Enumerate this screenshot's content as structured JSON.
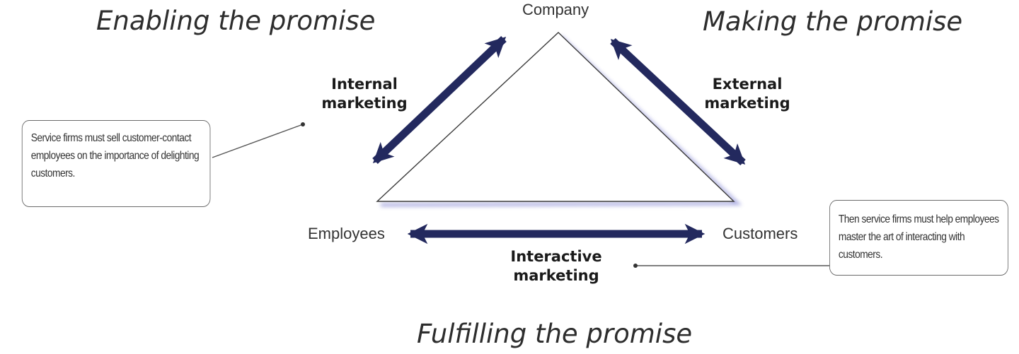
{
  "headings": {
    "top_left": "Enabling the promise",
    "top_right": "Making the promise",
    "bottom": "Fulfilling the promise"
  },
  "nodes": {
    "top": "Company",
    "left": "Employees",
    "right": "Customers"
  },
  "arrows": {
    "internal": [
      "Internal",
      "marketing"
    ],
    "external": [
      "External",
      "marketing"
    ],
    "interactive": [
      "Interactive",
      "marketing"
    ]
  },
  "callouts": {
    "left": "Service firms must sell customer-contact employees on the importance of delighting customers.",
    "right": "Then service firms must help employees master the art of interacting with customers."
  },
  "colors": {
    "arrow": "#23295e",
    "triangle_shadow": "#8d8fd6",
    "text": "#2d2d2d"
  }
}
